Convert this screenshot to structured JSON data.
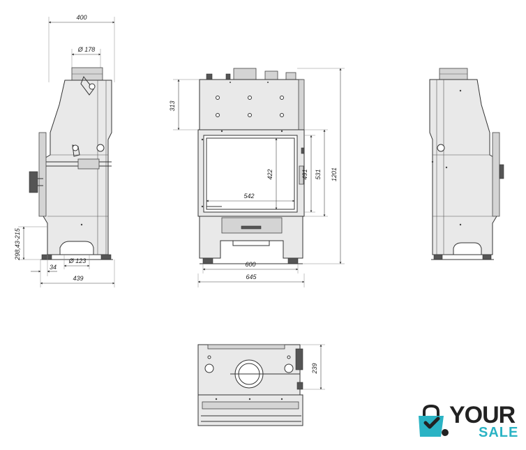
{
  "diagram": {
    "dimensions": {
      "side_width_top": "400",
      "flue_diameter": "Ø 178",
      "outlet_height": "298,43-215",
      "wall_offset": "34",
      "bottom_diameter": "Ø 123",
      "side_depth": "439",
      "top_section_height": "313",
      "glass_height": "422",
      "glass_width": "542",
      "door_height": "491",
      "frame_height": "531",
      "total_height": "1201",
      "inner_width": "600",
      "outer_width": "645",
      "top_view_depth": "239"
    }
  },
  "brand": {
    "logo_line1": "YOUR",
    "logo_line2": "SALE",
    "accent_color": "#2ab3c4",
    "dark_color": "#222222"
  }
}
